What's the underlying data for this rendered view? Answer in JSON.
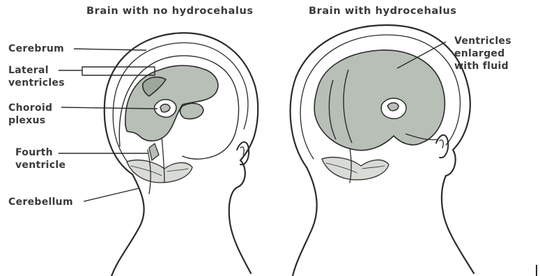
{
  "titles": {
    "left": "Brain with no hydrocehalus",
    "right": "Brain with hydrocehalus"
  },
  "labels": {
    "cerebrum": "Cerebrum",
    "lateral_ventricles": [
      "Lateral",
      "ventricles"
    ],
    "choroid_plexus": [
      "Choroid",
      "plexus"
    ],
    "fourth_ventricle": [
      "Fourth",
      "ventricle"
    ],
    "cerebellum": "Cerebellum",
    "ventricles_enlarged": [
      "Ventricles",
      "enlarged",
      "with fluid"
    ]
  },
  "colors": {
    "ventricle_fill": "#b7bfb6",
    "outline": "#2b2b2b",
    "text": "#3a3a3a"
  }
}
